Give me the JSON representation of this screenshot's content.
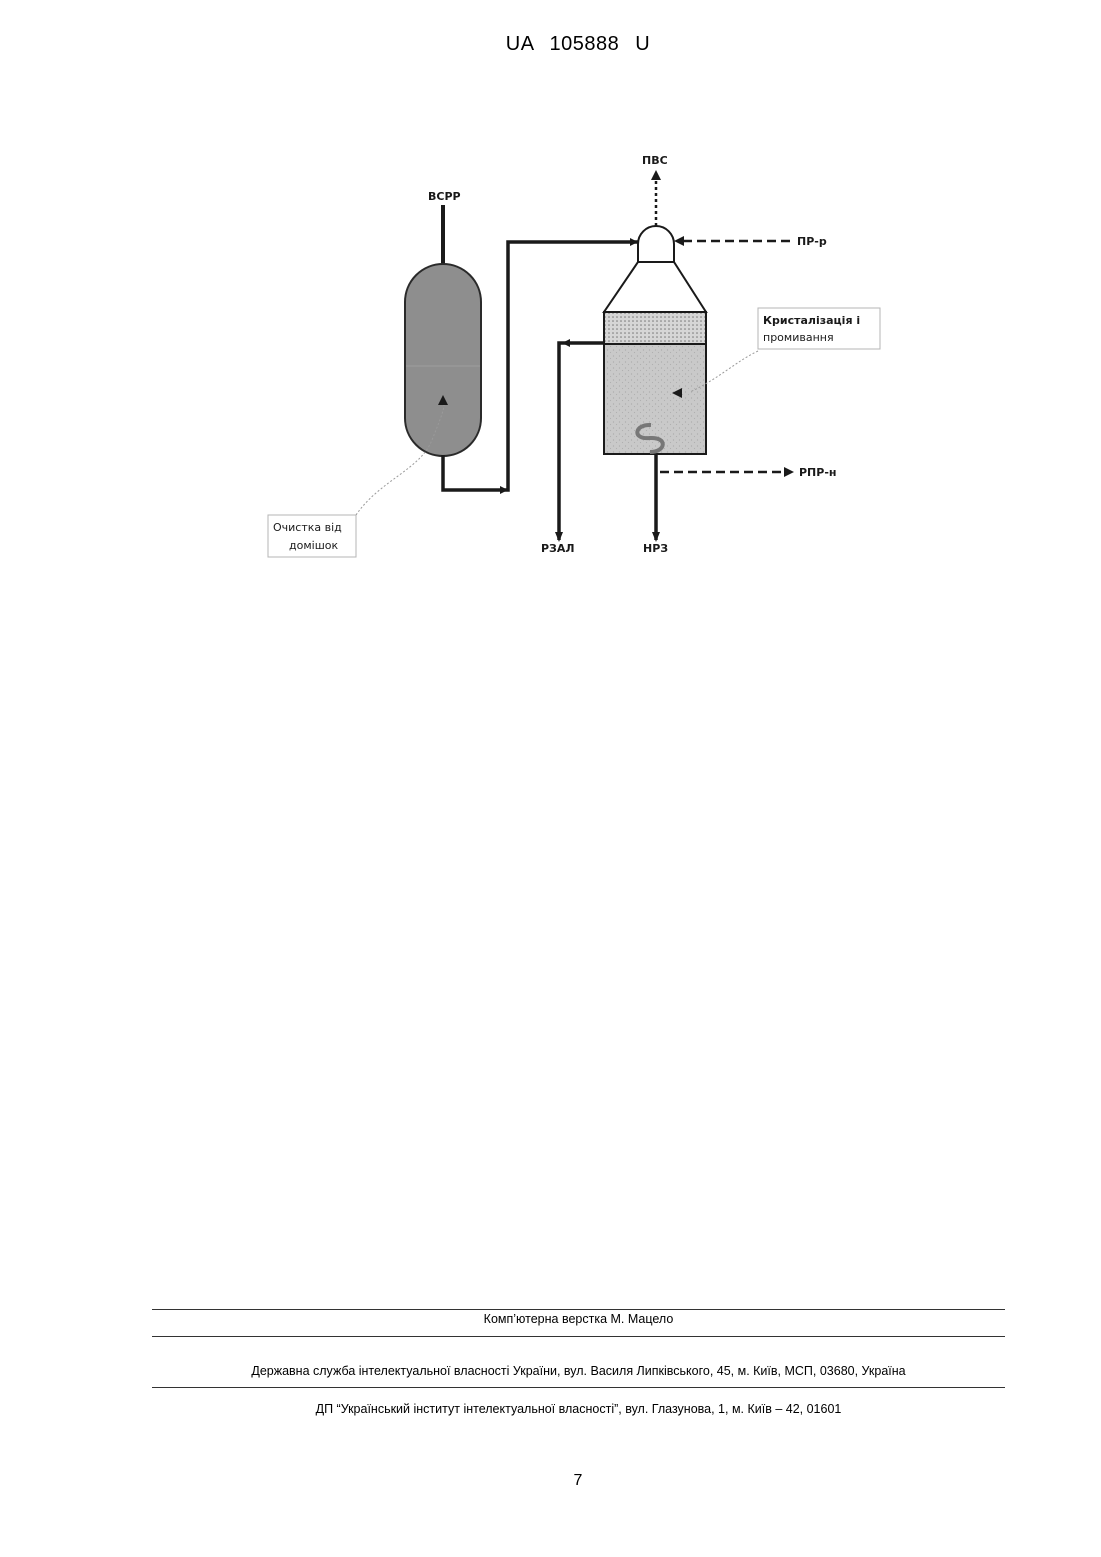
{
  "header": {
    "doc_number": "UA 105888 U"
  },
  "figure": {
    "label_top_left": "ВСРР",
    "label_top": "ПВС",
    "label_right_top": "ПР-р",
    "label_crystallization_line1": "Кристалізація і",
    "label_crystallization_line2": "промивання",
    "label_right_bottom": "РПР-н",
    "label_bottom_left": "РЗАЛ",
    "label_bottom_right": "НРЗ",
    "label_cleaning_line1": "Очистка від",
    "label_cleaning_line2": "домішок"
  },
  "footer": {
    "layout_credit": "Комп’ютерна верстка М. Мацело",
    "office": "Державна служба інтелектуальної власності України, вул. Василя Липківського, 45, м. Київ, МСП, 03680, Україна",
    "institute": "ДП “Український інститут інтелектуальної власності”, вул. Глазунова, 1, м. Київ – 42, 01601"
  },
  "page_number": "7"
}
